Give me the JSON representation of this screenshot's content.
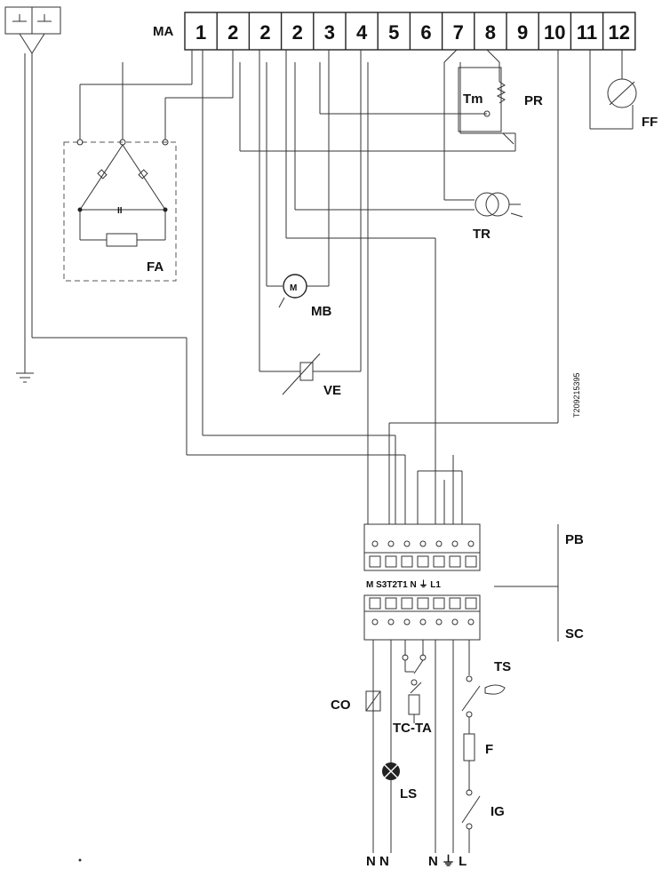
{
  "header": {
    "label": "MA",
    "terminals": [
      "1",
      "2",
      "2",
      "2",
      "3",
      "4",
      "5",
      "6",
      "7",
      "8",
      "9",
      "10",
      "11",
      "12"
    ]
  },
  "components": {
    "fa": "FA",
    "ii": "II",
    "tm": "Tm",
    "pr": "PR",
    "ff": "FF",
    "tr": "TR",
    "mb": "MB",
    "m_symbol": "M",
    "ve": "VE",
    "pb": "PB",
    "sc": "SC",
    "co": "CO",
    "tc_ta": "TC-TA",
    "ts": "TS",
    "f": "F",
    "ls": "LS",
    "ig": "IG"
  },
  "connector_labels": "M S3T2T1  N ⏚ L1",
  "side_code": "T209215395",
  "bottom": {
    "left": "N N",
    "right": "N ⏚ L"
  }
}
